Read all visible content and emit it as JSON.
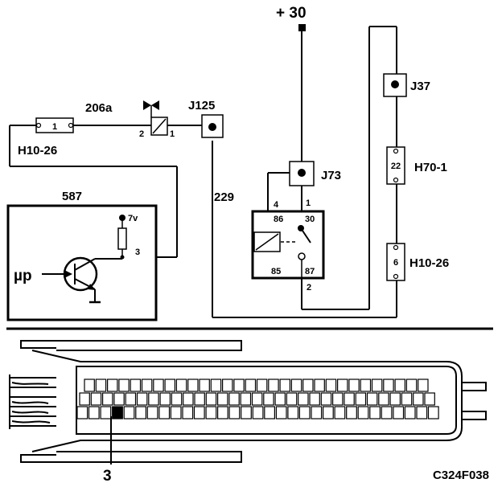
{
  "diagram": {
    "supply_label": "+ 30",
    "labels": {
      "valve": "206a",
      "valve_pin_left": "2",
      "valve_pin_right": "1",
      "j125": "J125",
      "j37": "J37",
      "j73": "J73",
      "h70_1": "H70-1",
      "h10_26_left": "H10-26",
      "h10_26_right": "H10-26",
      "c587": "587",
      "c229": "229",
      "mp": "µp",
      "v7": "7v",
      "ecu_pin": "3",
      "relay_pin_4": "4",
      "relay_pin_1": "1",
      "relay_pin_2": "2",
      "relay_t86": "86",
      "relay_t30": "30",
      "relay_t85": "85",
      "relay_t87": "87",
      "conn_left_pin": "1",
      "h70_pin": "22",
      "h10r_pin": "6",
      "connector_pin": "3",
      "figure_code": "C324F038"
    },
    "connector": {
      "rows": 3,
      "highlighted_row": 3,
      "highlighted_col": 4
    }
  }
}
